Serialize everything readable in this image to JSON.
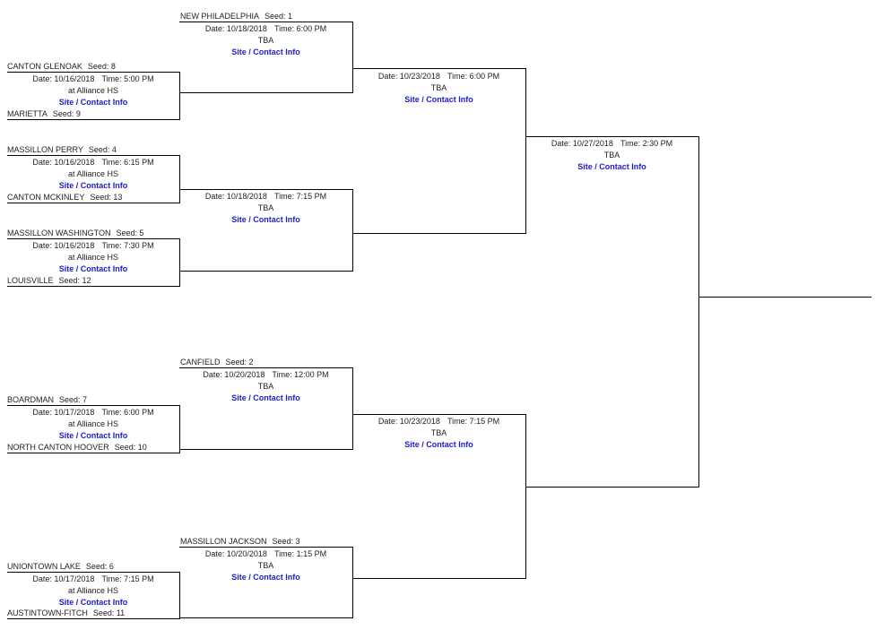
{
  "link_label": "Site / Contact Info",
  "teams": {
    "t1": {
      "name": "NEW PHILADELPHIA",
      "seed": "Seed: 1"
    },
    "t8": {
      "name": "CANTON GLENOAK",
      "seed": "Seed: 8"
    },
    "t9": {
      "name": "MARIETTA",
      "seed": "Seed: 9"
    },
    "t4": {
      "name": "MASSILLON PERRY",
      "seed": "Seed: 4"
    },
    "t13": {
      "name": "CANTON MCKINLEY",
      "seed": "Seed: 13"
    },
    "t5": {
      "name": "MASSILLON WASHINGTON",
      "seed": "Seed: 5"
    },
    "t12": {
      "name": "LOUISVILLE",
      "seed": "Seed: 12"
    },
    "t2": {
      "name": "CANFIELD",
      "seed": "Seed: 2"
    },
    "t7": {
      "name": "BOARDMAN",
      "seed": "Seed: 7"
    },
    "t10": {
      "name": "NORTH CANTON HOOVER",
      "seed": "Seed: 10"
    },
    "t3": {
      "name": "MASSILLON JACKSON",
      "seed": "Seed: 3"
    },
    "t6": {
      "name": "UNIONTOWN LAKE",
      "seed": "Seed: 6"
    },
    "t11": {
      "name": "AUSTINTOWN-FITCH",
      "seed": "Seed: 11"
    }
  },
  "games": {
    "g1": {
      "date": "Date: 10/16/2018",
      "time": "Time: 5:00 PM",
      "site": "at Alliance HS"
    },
    "g2": {
      "date": "Date: 10/16/2018",
      "time": "Time: 6:15 PM",
      "site": "at Alliance HS"
    },
    "g3": {
      "date": "Date: 10/16/2018",
      "time": "Time: 7:30 PM",
      "site": "at Alliance HS"
    },
    "g4": {
      "date": "Date: 10/17/2018",
      "time": "Time: 6:00 PM",
      "site": "at Alliance HS"
    },
    "g5": {
      "date": "Date: 10/17/2018",
      "time": "Time: 7:15 PM",
      "site": "at Alliance HS"
    },
    "r2a": {
      "date": "Date: 10/18/2018",
      "time": "Time: 6:00 PM",
      "site": "TBA"
    },
    "r2b": {
      "date": "Date: 10/18/2018",
      "time": "Time: 7:15 PM",
      "site": "TBA"
    },
    "r2c": {
      "date": "Date: 10/20/2018",
      "time": "Time: 12:00 PM",
      "site": "TBA"
    },
    "r2d": {
      "date": "Date: 10/20/2018",
      "time": "Time: 1:15 PM",
      "site": "TBA"
    },
    "r3a": {
      "date": "Date: 10/23/2018",
      "time": "Time: 6:00 PM",
      "site": "TBA"
    },
    "r3b": {
      "date": "Date: 10/23/2018",
      "time": "Time: 7:15 PM",
      "site": "TBA"
    },
    "r4": {
      "date": "Date: 10/27/2018",
      "time": "Time: 2:30 PM",
      "site": "TBA"
    }
  }
}
